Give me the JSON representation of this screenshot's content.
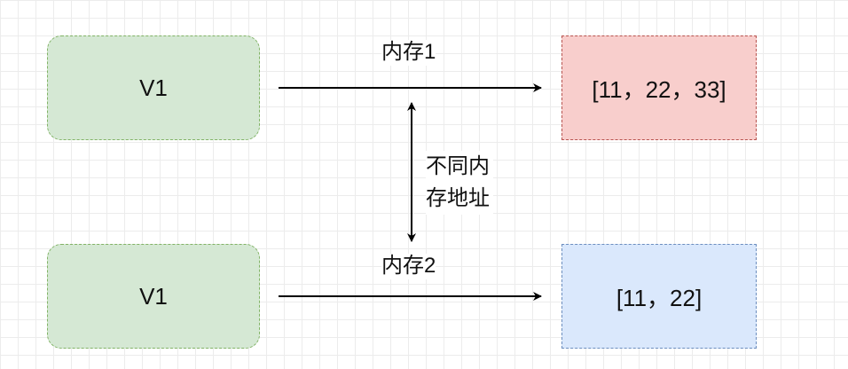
{
  "row1": {
    "var_label": "V1",
    "edge_label": "内存1",
    "memory_value": "[11，22，33]"
  },
  "row2": {
    "var_label": "V1",
    "edge_label": "内存2",
    "memory_value": "[11，22]"
  },
  "middle_label": "不同内存地址",
  "colors": {
    "var_fill": "#d5e8d4",
    "var_border": "#82b366",
    "mem1_fill": "#f8cecc",
    "mem1_border": "#b85450",
    "mem2_fill": "#dae8fc",
    "mem2_border": "#6c8ebf"
  }
}
